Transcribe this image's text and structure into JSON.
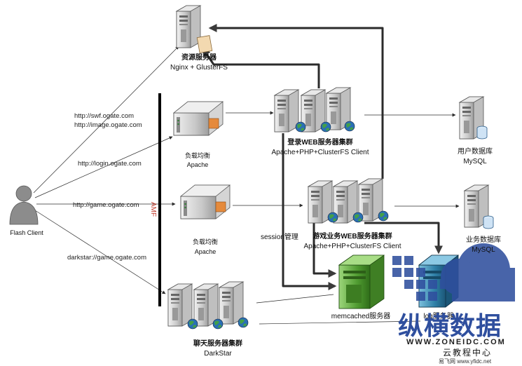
{
  "nodes": {
    "resource_server": {
      "title": "资源服务器",
      "subtitle": "Nginx + GlusterFS"
    },
    "login_web": {
      "title": "登录WEB服务器集群",
      "subtitle": "Apache+PHP+ClusterFS Client"
    },
    "game_web": {
      "title": "游戏业务WEB服务器集群",
      "subtitle": "Apache+PHP+ClusterFS Client"
    },
    "user_db": {
      "title": "用户数据库",
      "subtitle": "MySQL"
    },
    "biz_db": {
      "title": "业务数据库",
      "subtitle": "MySQL"
    },
    "lb1": {
      "title": "负载均衡",
      "subtitle": "Apache"
    },
    "lb2": {
      "title": "负载均衡",
      "subtitle": "Apache"
    },
    "chat": {
      "title": "聊天服务器集群",
      "subtitle": "DarkStar"
    },
    "memcached": {
      "title": "memcached服务器"
    },
    "log": {
      "title": "log服务器"
    },
    "client": {
      "title": "Flash Client"
    }
  },
  "links": {
    "url1": "http://swf.ogate.com",
    "url2": "http://image.ogate.com",
    "url3": "http://login.ogate.com",
    "url4": "http://game.ogate.com",
    "url5": "darkstar://game.ogate.com"
  },
  "labels": {
    "amf": "AMF",
    "session": "session管理"
  },
  "watermark": {
    "brand": "纵横数据",
    "url": "WWW.ZONEIDC.COM",
    "sub": "云教程中心",
    "corner": "易飞网 www.yfidc.net"
  },
  "colors": {
    "line": "#2b2b2b",
    "amf": "#c0392b",
    "server_body": "#d9d9d9",
    "memcached": "#5aa83a",
    "log": "#2d7fa8",
    "watermark": "#2f4f9e"
  }
}
